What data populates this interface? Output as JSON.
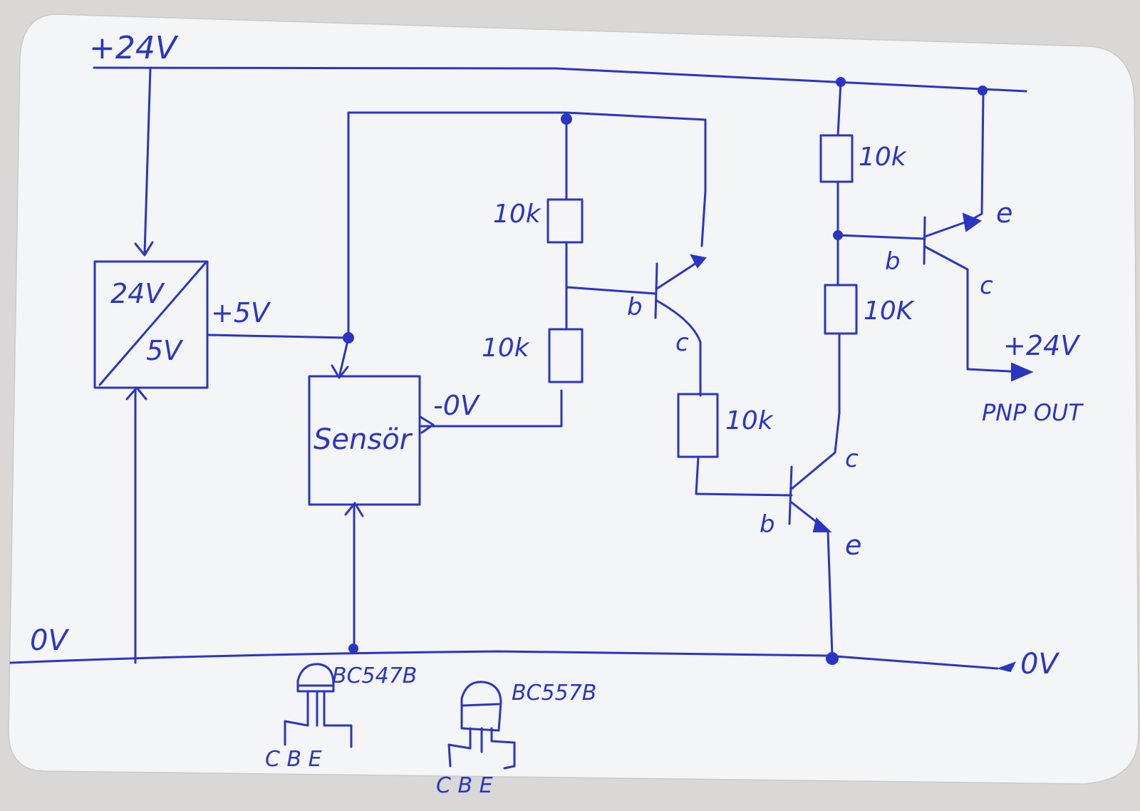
{
  "title": "",
  "colors": {
    "ink": "#2a35c4",
    "card": "#f4f5f7",
    "background": "#d9d8d6"
  },
  "rails": {
    "supply": "+24V",
    "ground": "0V",
    "ground_out": "0V"
  },
  "converter": {
    "in": "24V",
    "out": "5V",
    "out_label": "+5V"
  },
  "sensor": {
    "label": "Sensör",
    "out_label": "-0V"
  },
  "resistors": {
    "r1": "10k",
    "r2": "10k",
    "r3": "10k",
    "r4": "10K",
    "r5": "10K"
  },
  "transistor_q1": {
    "b": "b",
    "c": "c"
  },
  "transistor_q2": {
    "b": "b",
    "c": "c",
    "e": "e"
  },
  "transistor_q3": {
    "b": "b",
    "c": "c",
    "e": "e"
  },
  "output": {
    "voltage": "+24V",
    "label": "PNP OUT"
  },
  "packages": [
    {
      "part": "BC547B",
      "pins": "C B E"
    },
    {
      "part": "BC557B",
      "pins": "C B E"
    }
  ]
}
